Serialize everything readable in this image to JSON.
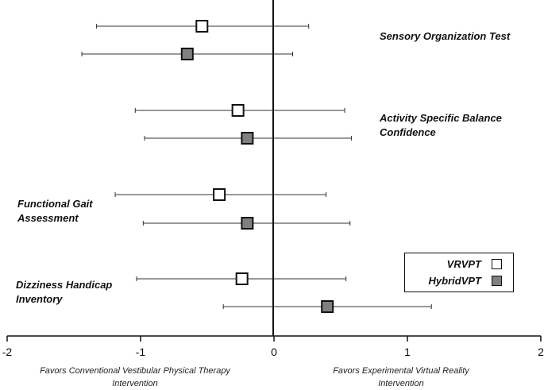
{
  "chart_data": {
    "type": "scatter",
    "subtype": "forest-plot",
    "xlim": [
      -2,
      2
    ],
    "xticks": [
      "-2",
      "-1",
      "0",
      "1",
      "2"
    ],
    "title": "",
    "xlabel": "",
    "ylabel": "",
    "grid": false,
    "legend_position": "bottom-right",
    "outcomes": [
      {
        "label": "Sensory Organization Test"
      },
      {
        "label": "Activity Specific Balance\nConfidence"
      },
      {
        "label": "Functional Gait\nAssessment"
      },
      {
        "label": "Dizziness Handicap\nInventory"
      }
    ],
    "series": [
      {
        "name": "VRVPT",
        "color": "#ffffff",
        "points": [
          {
            "outcome": 0,
            "estimate": -0.54,
            "lower": -1.33,
            "upper": 0.26
          },
          {
            "outcome": 1,
            "estimate": -0.27,
            "lower": -1.04,
            "upper": 0.53
          },
          {
            "outcome": 2,
            "estimate": -0.41,
            "lower": -1.19,
            "upper": 0.39
          },
          {
            "outcome": 3,
            "estimate": -0.24,
            "lower": -1.03,
            "upper": 0.54
          }
        ]
      },
      {
        "name": "HybridVPT",
        "color": "#808080",
        "points": [
          {
            "outcome": 0,
            "estimate": -0.65,
            "lower": -1.44,
            "upper": 0.14
          },
          {
            "outcome": 1,
            "estimate": -0.2,
            "lower": -0.97,
            "upper": 0.58
          },
          {
            "outcome": 2,
            "estimate": -0.2,
            "lower": -0.98,
            "upper": 0.57
          },
          {
            "outcome": 3,
            "estimate": 0.4,
            "lower": -0.38,
            "upper": 1.18
          }
        ]
      }
    ],
    "annotations": {
      "left": "Favors Conventional Vestibular Physical Therapy\nIntervention",
      "right": "Favors Experimental Virtual Reality\nIntervention"
    }
  }
}
